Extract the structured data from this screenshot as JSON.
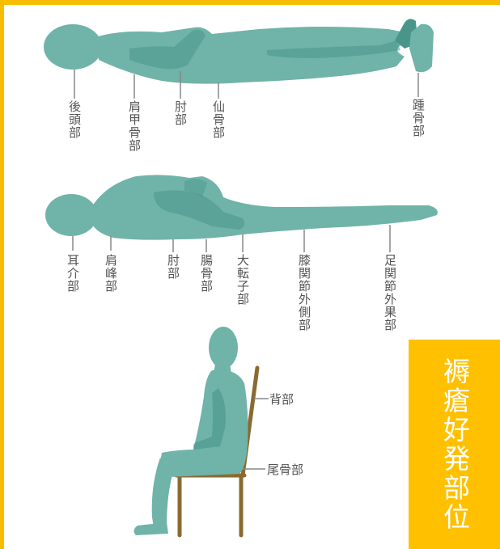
{
  "title": "褥瘡好発部位",
  "colors": {
    "frame": "#f7bd00",
    "title_box": "#ffc000",
    "body": "#6fb3a9",
    "body_dark": "#4a958a",
    "chair": "#8a6a2f",
    "label": "#555555",
    "leader": "#888888"
  },
  "supine": {
    "occiput": "後頭部",
    "scapula": "肩甲骨部",
    "elbow": "肘部",
    "sacrum": "仙骨部",
    "heel": "踵骨部"
  },
  "lateral": {
    "ear": "耳介部",
    "acromion": "肩峰部",
    "elbow": "肘部",
    "ilium": "腸骨部",
    "trochanter": "大転子部",
    "knee": "膝関節外側部",
    "ankle": "足関節外果部"
  },
  "sitting": {
    "back": "背部",
    "coccyx": "尾骨部"
  }
}
